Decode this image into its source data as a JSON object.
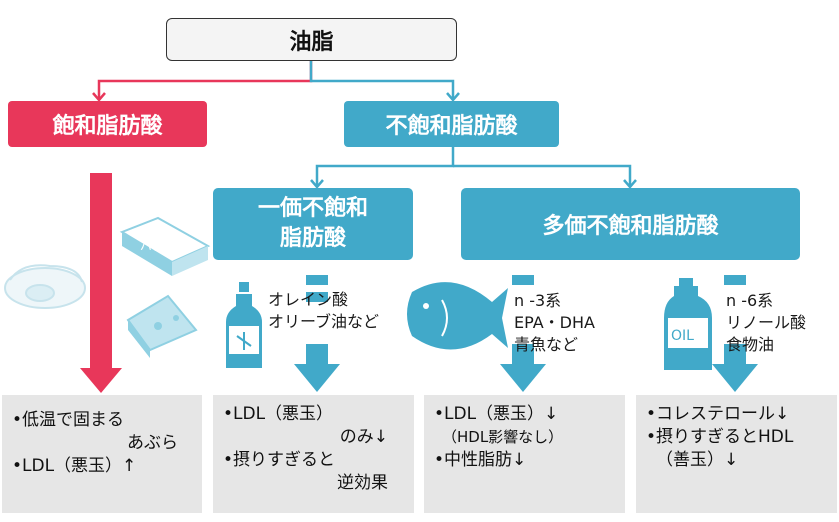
{
  "root": {
    "label": "油脂"
  },
  "saturated": {
    "label": "飽和脂肪酸",
    "effects": [
      "•低温で固まる",
      "あぶら",
      "•LDL（悪玉）↑"
    ]
  },
  "unsaturated": {
    "label": "不飽和脂肪酸",
    "mono": {
      "label_line1": "一価不飽和",
      "label_line2": "脂肪酸",
      "note_line1": "オレイン酸",
      "note_line2": "オリーブ油など",
      "effects": [
        "•LDL（悪玉）",
        "のみ↓",
        "•摂りすぎると",
        "逆効果"
      ]
    },
    "poly": {
      "label": "多価不飽和脂肪酸",
      "n3": {
        "note_line1": "n -3系",
        "note_line2": "EPA・DHA",
        "note_line3": "青魚など",
        "effects": [
          "•LDL（悪玉）↓",
          "（HDL影響なし）",
          "•中性脂肪↓"
        ]
      },
      "n6": {
        "note_line1": "n -6系",
        "note_line2": "リノール酸",
        "note_line3": "食物油",
        "effects": [
          "•コレステロール↓",
          "•摂りすぎるとHDL",
          "（善玉）↓"
        ]
      }
    }
  },
  "icons": {
    "butter_label": "バター",
    "oil_label": "OIL"
  },
  "colors": {
    "saturated": "#e8375a",
    "unsaturated": "#41a9c9",
    "panel": "#e6e6e6"
  }
}
